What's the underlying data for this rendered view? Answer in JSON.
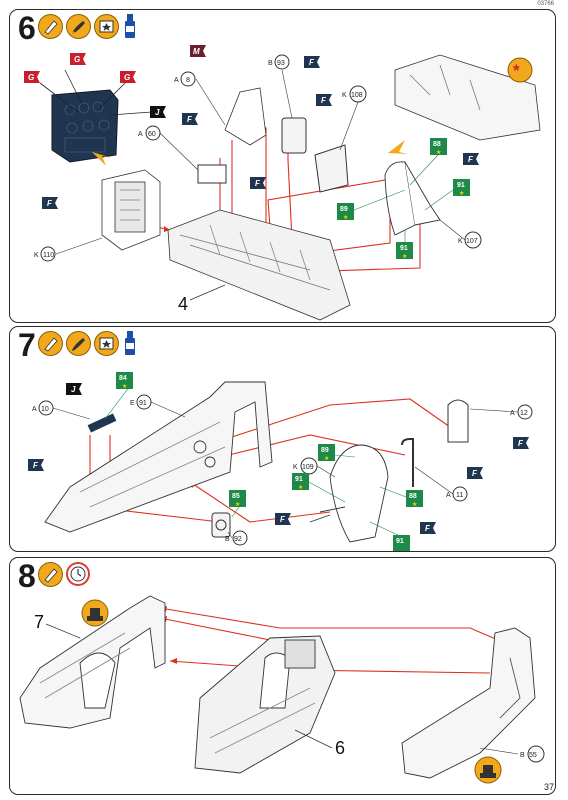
{
  "page": {
    "code": "03766",
    "page_number": "37"
  },
  "steps": [
    {
      "number": "6",
      "flags": [
        "G",
        "G",
        "G",
        "J",
        "F",
        "M",
        "F",
        "F",
        "F",
        "F",
        "F"
      ],
      "parts": [
        "K",
        "110",
        "A",
        "60",
        "A",
        "8",
        "B",
        "93",
        "K",
        "108",
        "K",
        "107"
      ],
      "paints": [
        "88",
        "89",
        "91",
        "91"
      ],
      "assembly_label": "4"
    },
    {
      "number": "7",
      "flags": [
        "J",
        "F",
        "F",
        "F",
        "F",
        "F"
      ],
      "parts": [
        "A",
        "10",
        "E",
        "91",
        "K",
        "109",
        "B",
        "92",
        "A",
        "12",
        "A",
        "11"
      ],
      "paints": [
        "84",
        "85",
        "89",
        "91",
        "88",
        "91"
      ]
    },
    {
      "number": "8",
      "parts": [
        "B",
        "55"
      ],
      "assembly_labels": [
        "7",
        "6"
      ]
    }
  ],
  "icons": {
    "glue": "glue-icon",
    "paint": "paint-brush-icon",
    "decal": "decal-icon",
    "bottle": "paint-bottle-icon",
    "clock": "clock-icon",
    "asterisk": "asterisk-icon",
    "clamp": "clamp-icon"
  },
  "colors": {
    "flag": "#1f3550",
    "flag_red": "#c8202a",
    "paint_green": "#1e8a48",
    "arrow_red": "#e0301e",
    "orange": "#f2a81d"
  }
}
